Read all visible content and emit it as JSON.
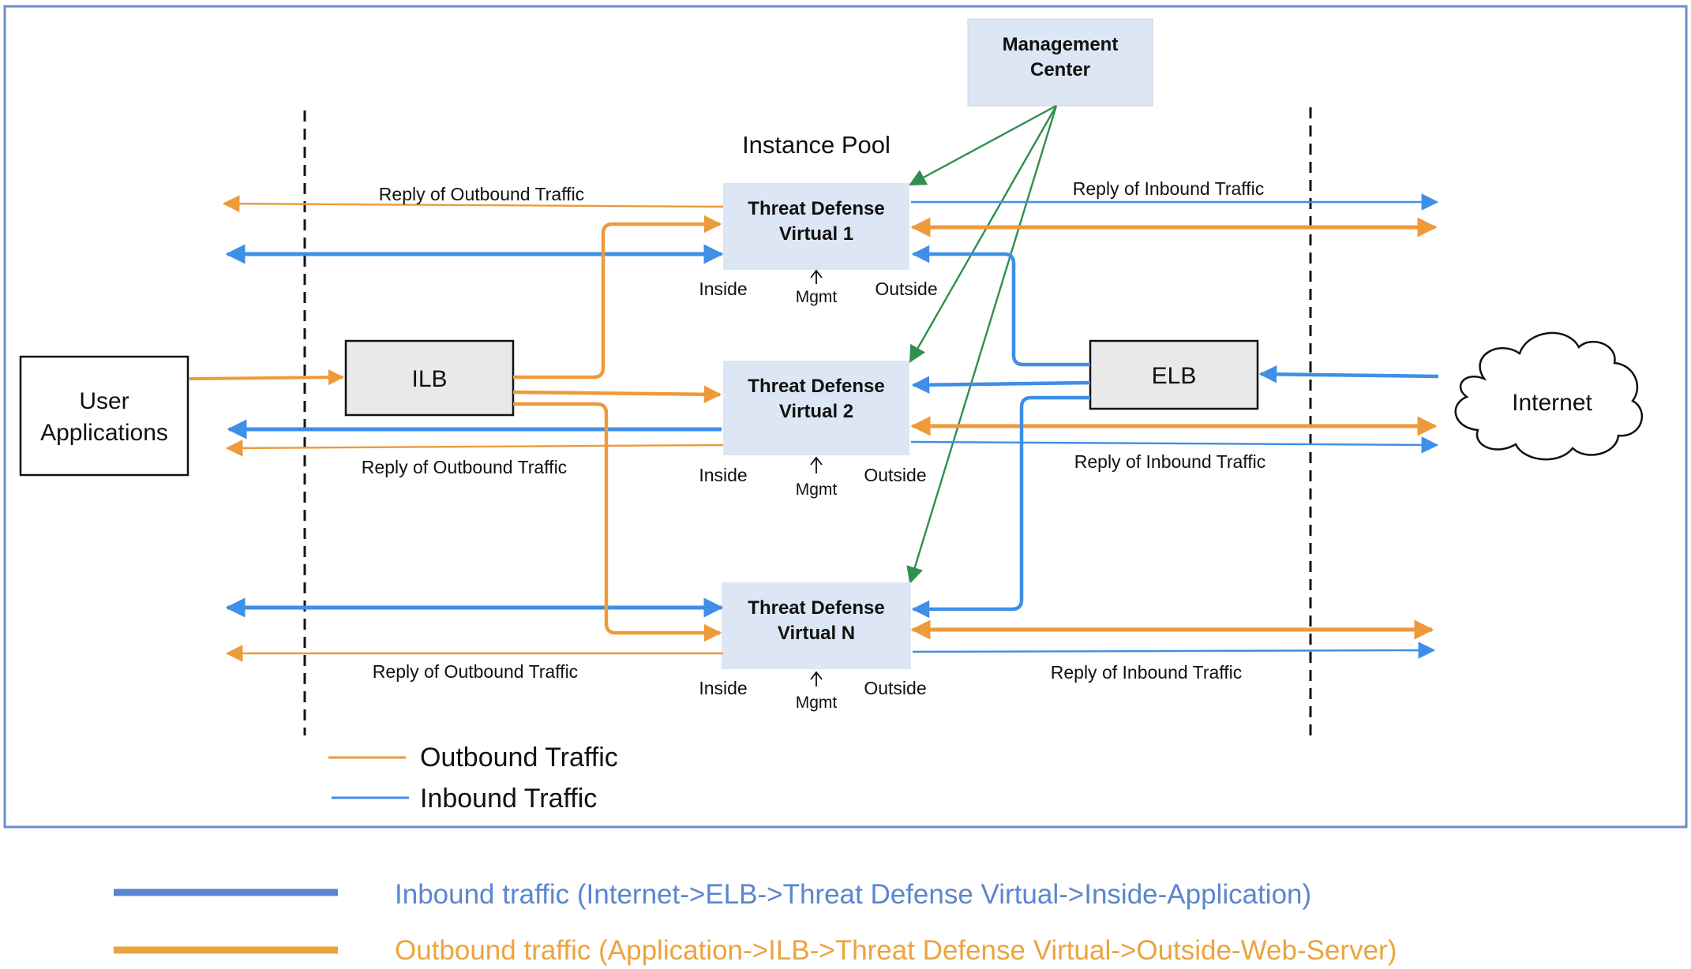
{
  "colors": {
    "inbound": "#3d8fe8",
    "outbound": "#ee9a3a",
    "management": "#2f8f4e",
    "frame": "#6b8ec9",
    "box_fill": "#dde6f4",
    "lb_fill": "#e9e9e9",
    "bottom_inbound": "#5b86cf",
    "bottom_outbound": "#eba43e"
  },
  "nodes": {
    "management_center": [
      "Management",
      "Center"
    ],
    "instance_pool": "Instance Pool",
    "ftdv1": [
      "Threat Defense",
      "Virtual 1"
    ],
    "ftdv2": [
      "Threat Defense",
      "Virtual 2"
    ],
    "ftdvn": [
      "Threat Defense",
      "Virtual N"
    ],
    "user_applications": [
      "User",
      "Applications"
    ],
    "ilb": "ILB",
    "elb": "ELB",
    "internet": "Internet"
  },
  "port_labels": {
    "inside": "Inside",
    "outside": "Outside",
    "mgmt": "Mgmt"
  },
  "traffic_labels": {
    "reply_outbound": "Reply of Outbound Traffic",
    "reply_inbound": "Reply of Inbound Traffic"
  },
  "legend": {
    "outbound": "Outbound Traffic",
    "inbound": "Inbound Traffic"
  },
  "bottom_legend": {
    "inbound": "Inbound traffic (Internet->ELB->Threat Defense Virtual->Inside-Application)",
    "outbound": "Outbound traffic (Application->ILB->Threat Defense Virtual->Outside-Web-Server)"
  }
}
